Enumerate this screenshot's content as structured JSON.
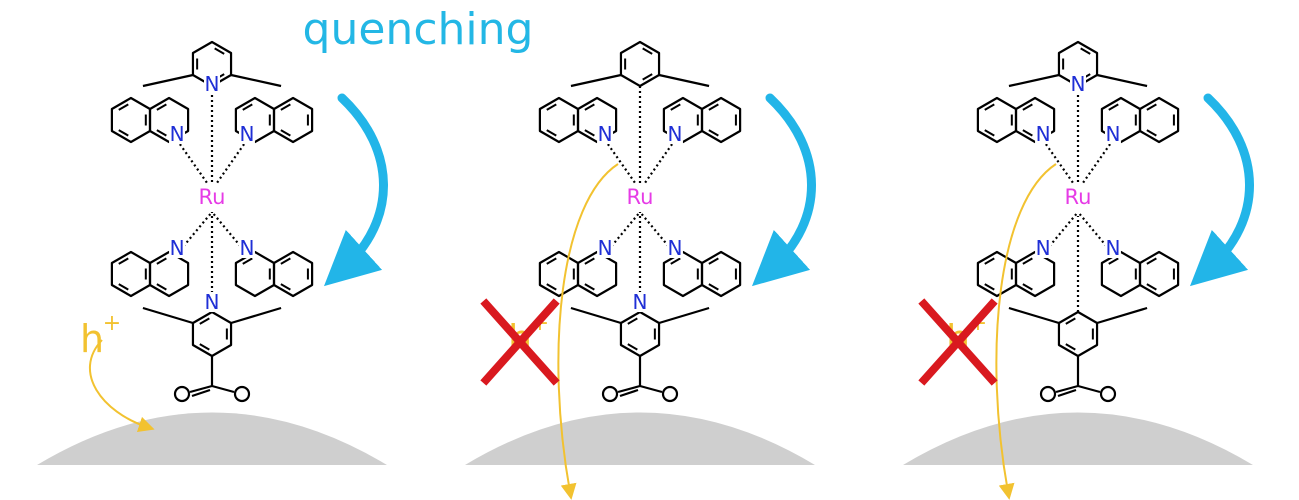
{
  "title": "quenching",
  "labels": {
    "ru": "Ru",
    "n": "N",
    "o": "O",
    "h": "h",
    "plus": "+"
  },
  "colors": {
    "quench_arrow": "#22B5E8",
    "hole_arrow": "#F2C230",
    "ru": "#E63BE6",
    "n": "#1F2FD6",
    "surface": "#CFCFCF",
    "blocked_cross": "#D9191F"
  },
  "panels": [
    {
      "name": "panel-1",
      "top_center_ring": "pyridine",
      "bottom_center_ring": "pyridine",
      "hole_transfer": "allowed"
    },
    {
      "name": "panel-2",
      "top_center_ring": "benzene",
      "bottom_center_ring": "pyridine",
      "hole_transfer": "blocked"
    },
    {
      "name": "panel-3",
      "top_center_ring": "pyridine",
      "bottom_center_ring": "benzene",
      "hole_transfer": "blocked"
    }
  ]
}
